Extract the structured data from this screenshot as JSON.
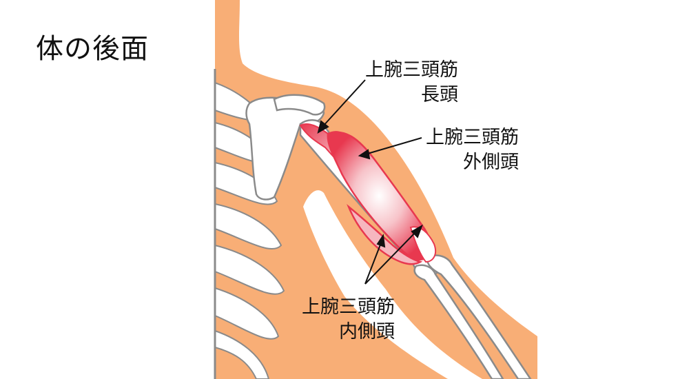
{
  "title": "体の後面",
  "labels": {
    "long_head": {
      "line1": "上腕三頭筋",
      "line2": "長頭"
    },
    "lateral_head": {
      "line1": "上腕三頭筋",
      "line2": "外側頭"
    },
    "medial_head": {
      "line1": "上腕三頭筋",
      "line2": "内側頭"
    }
  },
  "colors": {
    "skin": "#f8ae76",
    "bone": "#ffffff",
    "bone_outline": "#8a8a8a",
    "muscle": "#e8384f"
  }
}
